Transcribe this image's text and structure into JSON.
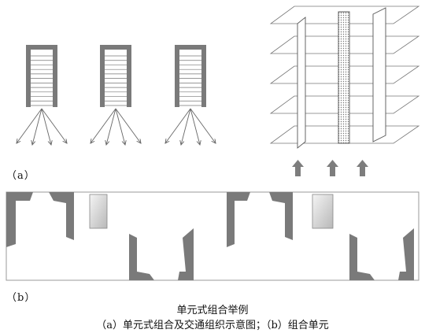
{
  "labels": {
    "a": "（a）",
    "b": "（b）"
  },
  "caption": {
    "title": "单元式组合举例",
    "subtitle": "（a）单元式组合及交通组织示意图；（b）组合单元"
  },
  "colors": {
    "wall": "#7a7a7a",
    "wall_dark": "#555555",
    "line": "#666666",
    "outline": "#999999",
    "core_fill_light": "#f2f2f2",
    "core_fill_dark": "#b8b8b8",
    "arrow": "#7d7d7d"
  },
  "units": {
    "count": 3,
    "stair_treads": 12,
    "exit_arrows_per_unit": 4
  },
  "stack": {
    "floors": 5,
    "walls": 3,
    "up_arrows": 3
  },
  "plan": {
    "module_count": 2
  }
}
